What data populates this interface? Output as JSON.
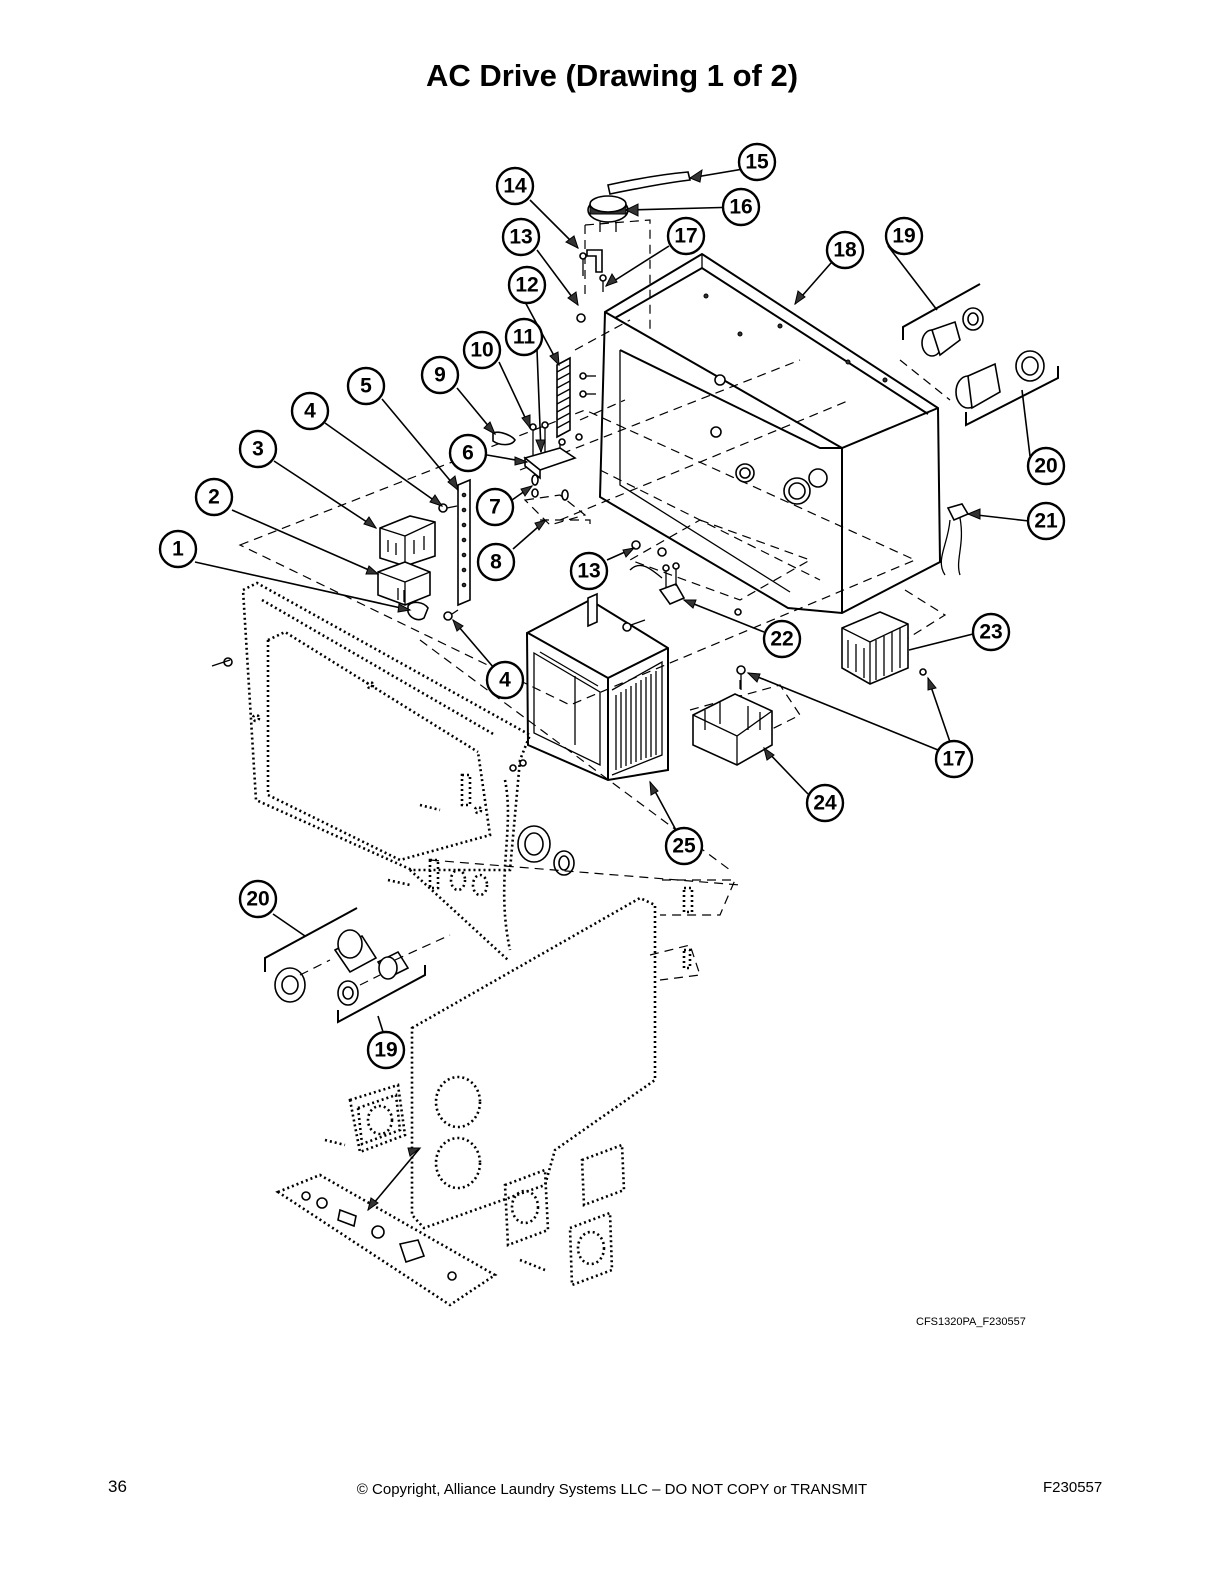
{
  "title": "AC Drive (Drawing 1 of 2)",
  "figure_id": "CFS1320PA_F230557",
  "footer": {
    "page_number": "36",
    "copyright": "© Copyright, Alliance Laundry Systems LLC – DO NOT COPY or TRANSMIT",
    "document_id": "F230557"
  },
  "callouts": [
    {
      "id": "c1",
      "label": "1"
    },
    {
      "id": "c2",
      "label": "2"
    },
    {
      "id": "c3",
      "label": "3"
    },
    {
      "id": "c4a",
      "label": "4"
    },
    {
      "id": "c4b",
      "label": "4"
    },
    {
      "id": "c5",
      "label": "5"
    },
    {
      "id": "c6",
      "label": "6"
    },
    {
      "id": "c7",
      "label": "7"
    },
    {
      "id": "c8",
      "label": "8"
    },
    {
      "id": "c9",
      "label": "9"
    },
    {
      "id": "c10",
      "label": "10"
    },
    {
      "id": "c11",
      "label": "11"
    },
    {
      "id": "c12",
      "label": "12"
    },
    {
      "id": "c13a",
      "label": "13"
    },
    {
      "id": "c13b",
      "label": "13"
    },
    {
      "id": "c14",
      "label": "14"
    },
    {
      "id": "c15",
      "label": "15"
    },
    {
      "id": "c16",
      "label": "16"
    },
    {
      "id": "c17a",
      "label": "17"
    },
    {
      "id": "c17b",
      "label": "17"
    },
    {
      "id": "c18",
      "label": "18"
    },
    {
      "id": "c19a",
      "label": "19"
    },
    {
      "id": "c19b",
      "label": "19"
    },
    {
      "id": "c20a",
      "label": "20"
    },
    {
      "id": "c20b",
      "label": "20"
    },
    {
      "id": "c21",
      "label": "21"
    },
    {
      "id": "c22",
      "label": "22"
    },
    {
      "id": "c23",
      "label": "23"
    },
    {
      "id": "c24",
      "label": "24"
    },
    {
      "id": "c25",
      "label": "25"
    }
  ]
}
